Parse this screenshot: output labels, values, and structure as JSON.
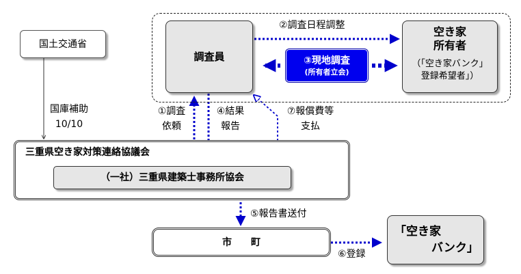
{
  "nodes": {
    "mlit": "国土交通省",
    "investigator": "調査員",
    "owner_title_1": "空き家",
    "owner_title_2": "所有者",
    "owner_sub_1": "（「空き家バンク」",
    "owner_sub_2": "登録希望者」）",
    "onsite_1": "③現地調査",
    "onsite_2": "(所有者立会)",
    "council": "三重県空き家対策連絡協議会",
    "architects": "（一社）三重県建築士事務所協会",
    "municipality": "市　　町",
    "bank_1": "「空き家",
    "bank_2": "バンク」"
  },
  "labels": {
    "schedule": "②調査日程調整",
    "subsidy_1": "国庫補助",
    "subsidy_2": "10/10",
    "request_1": "①調査",
    "request_2": "依頼",
    "result_1": "④結果",
    "result_2": "報告",
    "payment_1": "⑦報償費等",
    "payment_2": "支払",
    "send_report": "⑤報告書送付",
    "register": "⑥登録"
  },
  "colors": {
    "arrow_blue": "#0000cc",
    "box_blue": "#0000ee",
    "box_gray": "#e6e6e6"
  }
}
